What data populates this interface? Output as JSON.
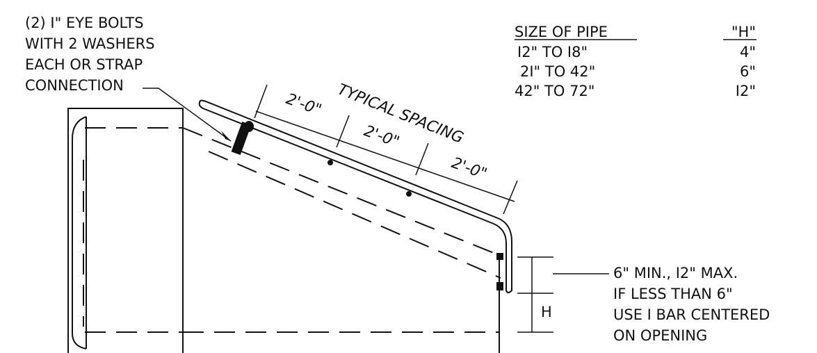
{
  "callouts": {
    "eye_bolts": [
      "(2) I\" EYE BOLTS",
      "WITH 2 WASHERS",
      "EACH OR STRAP",
      "CONNECTION"
    ],
    "min_max": [
      "6\" MIN., I2\" MAX.",
      "IF LESS THAN 6\"",
      "USE I BAR CENTERED",
      "ON OPENING"
    ]
  },
  "dimensions": {
    "typical_spacing": "TYPICAL SPACING",
    "spacing_1": "2'-0\"",
    "spacing_2": "2'-0\"",
    "spacing_3": "2'-0\"",
    "h_label": "H"
  },
  "table": {
    "headers": {
      "size": "SIZE OF PIPE",
      "h": "\"H\""
    },
    "rows": [
      {
        "size": "I2\" TO I8\"",
        "h": "4\""
      },
      {
        "size": "2I\" TO 42\"",
        "h": "6\""
      },
      {
        "size": "42\" TO 72\"",
        "h": "I2\""
      }
    ]
  },
  "colors": {
    "ink": "#111111",
    "paper": "#ffffff"
  }
}
